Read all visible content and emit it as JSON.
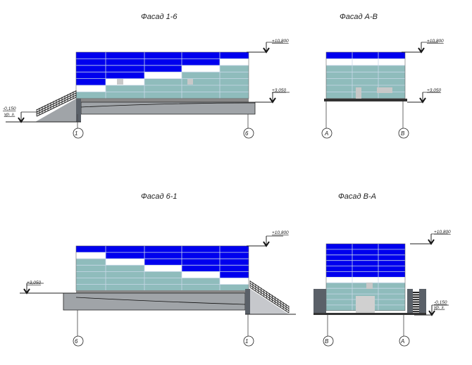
{
  "facades": [
    {
      "title": "Фасад 1-6",
      "axes": [
        "1",
        "6"
      ],
      "marks": [
        "+10,800",
        "+3,050",
        "-0,150",
        "ур. з."
      ]
    },
    {
      "title": "Фасад А-В",
      "axes": [
        "А",
        "В"
      ],
      "marks": [
        "+10,800",
        "+3,050"
      ]
    },
    {
      "title": "Фасад 6-1",
      "axes": [
        "6",
        "1"
      ],
      "marks": [
        "+10,800",
        "+3,050"
      ]
    },
    {
      "title": "Фасад   В-А",
      "axes": [
        "В",
        "А"
      ],
      "marks": [
        "+10,800",
        "-0,150",
        "ур. з."
      ]
    }
  ],
  "colors": {
    "blue": "#0000ee",
    "teal": "#8fbcbc",
    "white": "#ffffff",
    "base": "#a0a4a8",
    "dark": "#5a6068"
  }
}
